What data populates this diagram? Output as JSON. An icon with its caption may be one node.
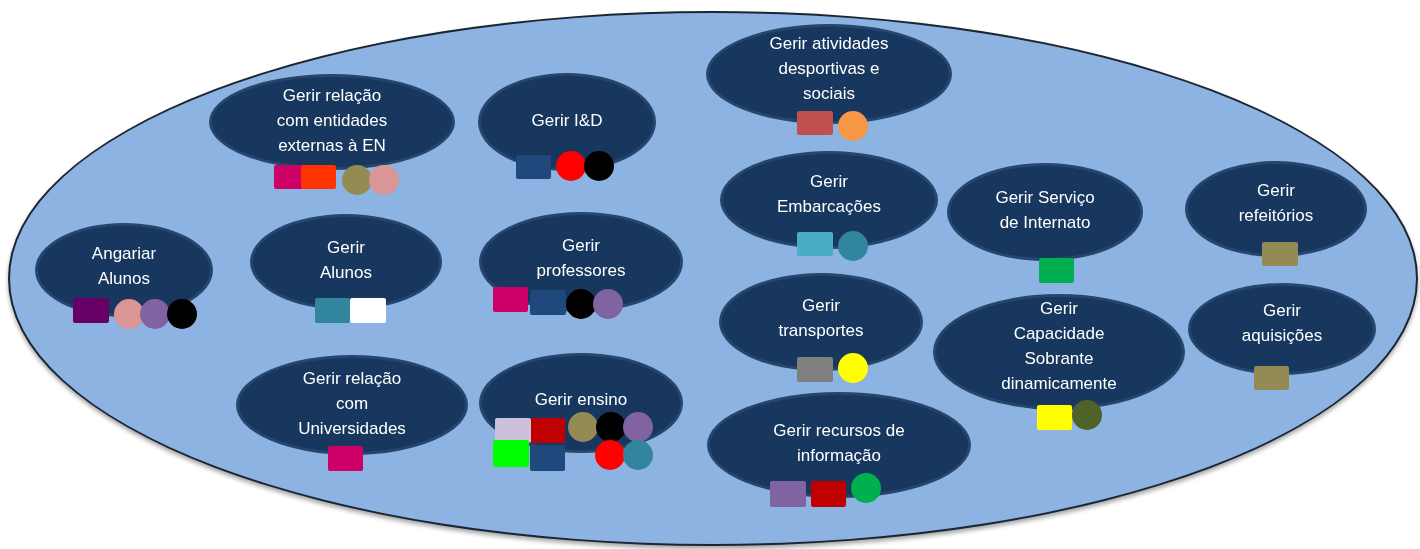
{
  "diagram": {
    "nodes": [
      {
        "text": [],
        "shape": "ellipse"
      },
      {
        "text": [
          "Gerir atividades desportivas e sociais"
        ],
        "in": 0
      },
      {
        "text": [
          "Gerir relação com entidades externas à EN"
        ],
        "in": 0
      },
      {
        "text": [
          "Gerir I&D"
        ],
        "in": 0
      },
      {
        "text": [
          "Gerir Embarcações"
        ],
        "in": 0
      },
      {
        "text": [
          "Gerir Serviço de Internato"
        ],
        "in": 0
      },
      {
        "text": [
          "Gerir refeitórios"
        ],
        "in": 0
      },
      {
        "text": [
          "Angariar Alunos"
        ],
        "in": 0
      },
      {
        "text": [
          "Gerir Alunos"
        ],
        "in": 0
      },
      {
        "text": [
          "Gerir professores"
        ],
        "in": 0
      },
      {
        "text": [
          "Gerir transportes"
        ],
        "in": 0
      },
      {
        "text": [
          "Gerir Capacidade Sobrante dinamicamente"
        ],
        "in": 0
      },
      {
        "text": [
          "Gerir aquisições"
        ],
        "in": 0
      },
      {
        "text": [
          "Gerir relação com Universidades"
        ],
        "in": 0
      },
      {
        "text": [
          "Gerir ensino"
        ],
        "in": 0
      },
      {
        "text": [
          "Gerir recursos de informação"
        ],
        "in": 0
      }
    ]
  }
}
